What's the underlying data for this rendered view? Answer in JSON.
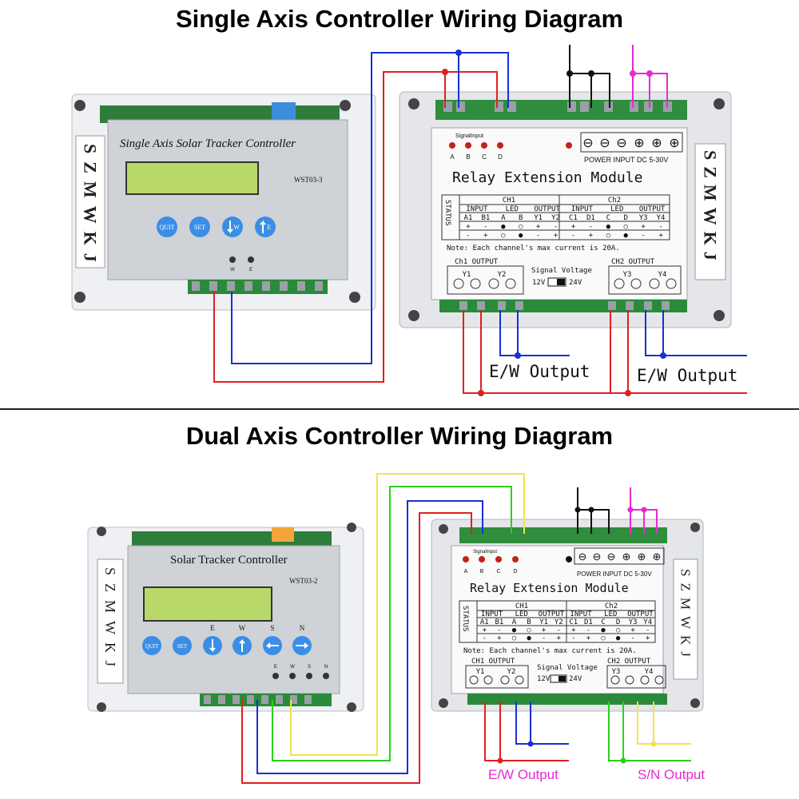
{
  "titles": {
    "single": "Single Axis Controller Wiring Diagram",
    "dual": "Dual Axis Controller Wiring Diagram"
  },
  "brand": "SZMWKJ",
  "single_controller": {
    "title": "Single Axis Solar Tracker Controller",
    "model": "WST03-3",
    "buttons": [
      "QUIT",
      "SET",
      "W",
      "E"
    ],
    "leds": [
      "W",
      "E"
    ]
  },
  "dual_controller": {
    "title": "Solar Tracker Controller",
    "model": "WST03-2",
    "buttons": [
      "QUIT",
      "SET",
      "",
      "",
      "",
      ""
    ],
    "direction_labels": [
      "E",
      "W",
      "S",
      "N"
    ],
    "leds": [
      "E",
      "W",
      "S",
      "N"
    ]
  },
  "relay_module": {
    "signal_input": "SignalInput",
    "inputs": [
      "A",
      "B",
      "C",
      "D"
    ],
    "power_label": "POWER  INPUT DC 5-30V",
    "power_terminals": [
      "⊖",
      "⊖",
      "⊖",
      "⊕",
      "⊕",
      "⊕"
    ],
    "title": "Relay Extension Module",
    "status": "STATUS",
    "ch1": "CH1",
    "ch2": "CH2",
    "ch2_alt": "Ch2",
    "sub_headers": [
      "INPUT",
      "LED",
      "OUTPUT",
      "INPUT",
      "LED",
      "OUTPUT"
    ],
    "col_labels": [
      "A1",
      "B1",
      "A",
      "B",
      "Y1",
      "Y2",
      "C1",
      "D1",
      "C",
      "D",
      "Y3",
      "Y4"
    ],
    "row1": [
      "+",
      "-",
      "●",
      "○",
      "+",
      "-",
      "+",
      "-",
      "●",
      "○",
      "+",
      "-"
    ],
    "row2": [
      "-",
      "+",
      "○",
      "●",
      "-",
      "+",
      "-",
      "+",
      "○",
      "●",
      "-",
      "+"
    ],
    "note": "Note: Each channel's max current is 20A.",
    "ch1_output": "Ch1 OUTPUT",
    "ch1_output_alt": "CH1 OUTPUT",
    "ch2_output": "CH2 OUTPUT",
    "out_labels": [
      "Y1",
      "Y2",
      "Y3",
      "Y4"
    ],
    "signal_voltage": "Signal Voltage",
    "v12": "12V",
    "v24": "24V"
  },
  "outputs": {
    "ew": "E/W Output",
    "sn": "S/N Output"
  },
  "colors": {
    "red": "#e02020",
    "blue": "#1a2fd6",
    "green": "#2ad11a",
    "yellow": "#f2e44a",
    "magenta": "#e62ad2",
    "black": "#111111"
  }
}
